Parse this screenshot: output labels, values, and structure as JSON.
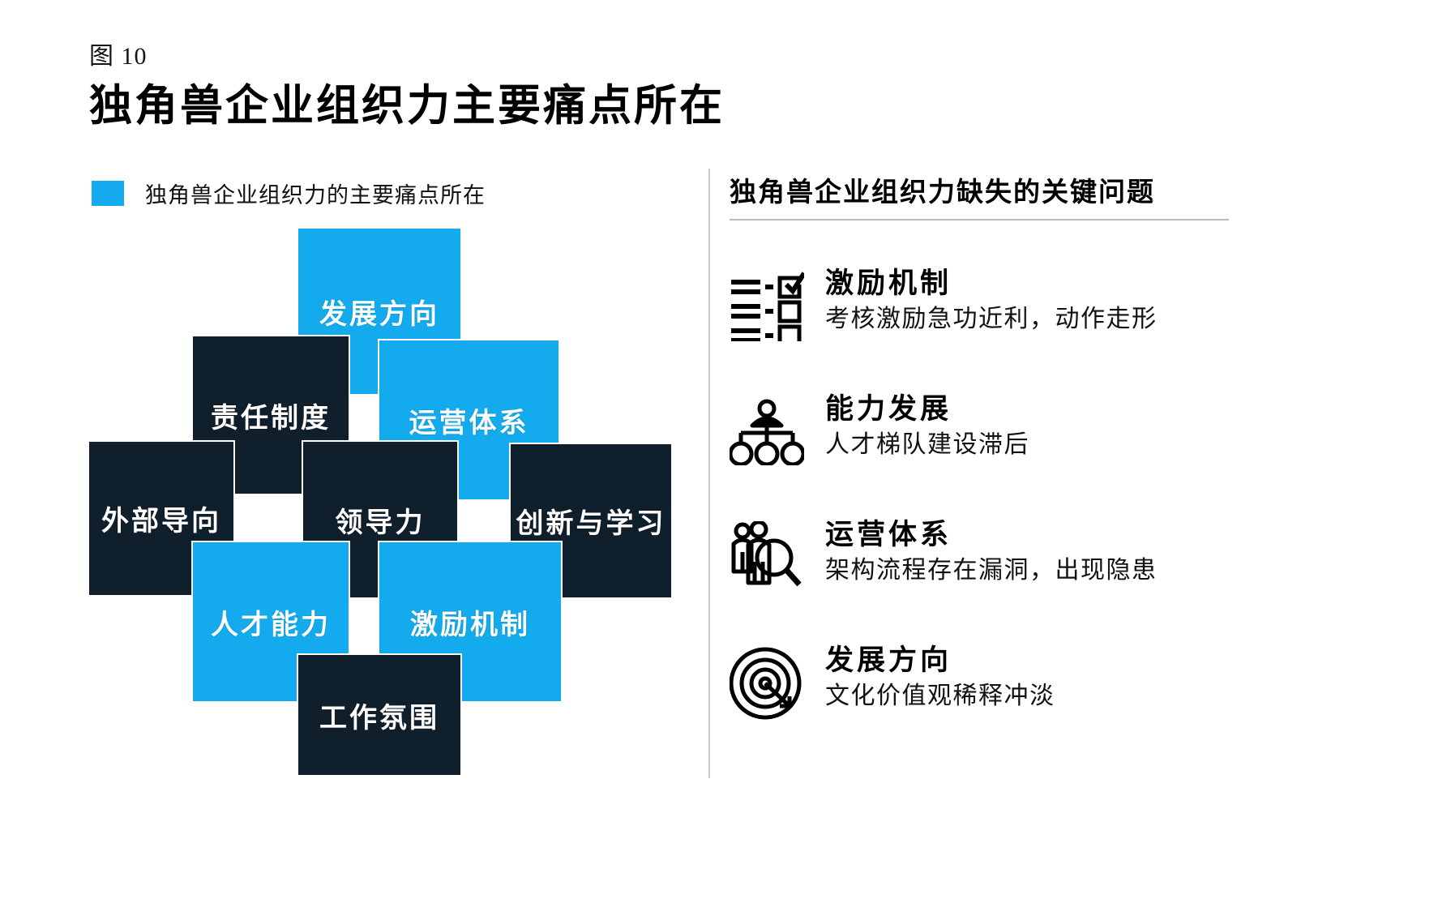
{
  "header": {
    "figure_label": "图 10",
    "title": "独角兽企业组织力主要痛点所在"
  },
  "legend": {
    "swatch_color": "#14abee",
    "label": "独角兽企业组织力的主要痛点所在"
  },
  "diagram": {
    "colors": {
      "highlight": "#14abee",
      "base": "#101f2c",
      "gap": "#ffffff"
    },
    "cells": [
      {
        "id": "top",
        "label": "发展方向",
        "state": "highlight"
      },
      {
        "id": "upper-left",
        "label": "责任制度",
        "state": "base"
      },
      {
        "id": "upper-right",
        "label": "运营体系",
        "state": "highlight"
      },
      {
        "id": "left",
        "label": "外部导向",
        "state": "base"
      },
      {
        "id": "center",
        "label": "领导力",
        "state": "base"
      },
      {
        "id": "right",
        "label": "创新与学习",
        "state": "base"
      },
      {
        "id": "lower-left",
        "label": "人才能力",
        "state": "highlight"
      },
      {
        "id": "lower-right",
        "label": "激励机制",
        "state": "highlight"
      },
      {
        "id": "bottom",
        "label": "工作氛围",
        "state": "base"
      }
    ]
  },
  "panel": {
    "title": "独角兽企业组织力缺失的关键问题",
    "items": [
      {
        "icon": "checklist-icon",
        "title": "激励机制",
        "desc": "考核激励急功近利，动作走形"
      },
      {
        "icon": "org-chart-icon",
        "title": "能力发展",
        "desc": "人才梯队建设滞后"
      },
      {
        "icon": "people-search-icon",
        "title": "运营体系",
        "desc": "架构流程存在漏洞，出现隐患"
      },
      {
        "icon": "target-icon",
        "title": "发展方向",
        "desc": "文化价值观稀释冲淡"
      }
    ]
  }
}
